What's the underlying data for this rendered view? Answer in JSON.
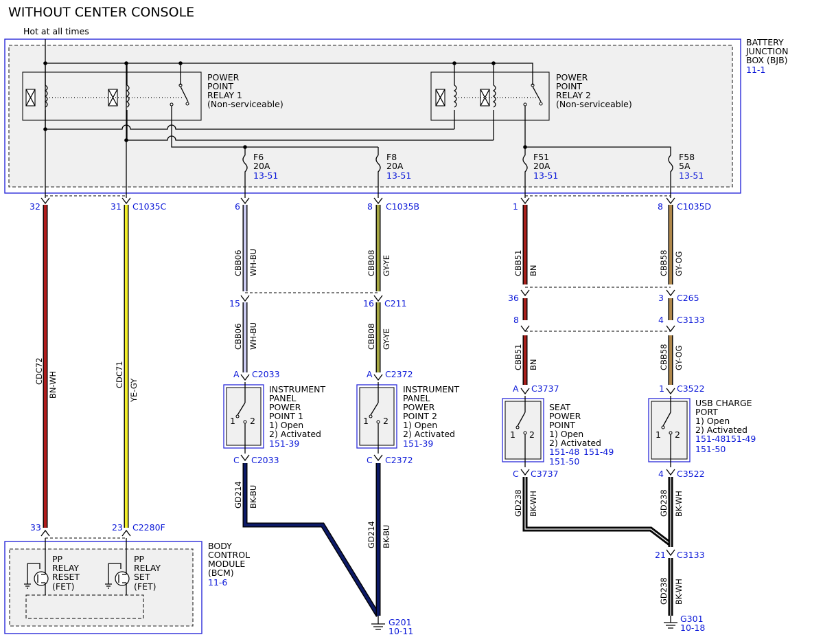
{
  "title": "WITHOUT CENTER CONSOLE",
  "hot_label": "Hot at all times",
  "bjb": {
    "l1": "BATTERY",
    "l2": "JUNCTION",
    "l3": "BOX (BJB)",
    "ref": "11-1"
  },
  "relay1": {
    "l1": "POWER",
    "l2": "POINT",
    "l3": "RELAY 1",
    "l4": "(Non-serviceable)"
  },
  "relay2": {
    "l1": "POWER",
    "l2": "POINT",
    "l3": "RELAY 2",
    "l4": "(Non-serviceable)"
  },
  "fuses": {
    "f6": {
      "name": "F6",
      "amp": "20A",
      "ref": "13-51"
    },
    "f8": {
      "name": "F8",
      "amp": "20A",
      "ref": "13-51"
    },
    "f51": {
      "name": "F51",
      "amp": "20A",
      "ref": "13-51"
    },
    "f58": {
      "name": "F58",
      "amp": "5A",
      "ref": "13-51"
    }
  },
  "connectors": {
    "c32": {
      "pin": "32"
    },
    "c31": {
      "pin": "31",
      "name": "C1035C"
    },
    "c6": {
      "pin": "6"
    },
    "c8b": {
      "pin": "8",
      "name": "C1035B"
    },
    "c1": {
      "pin": "1"
    },
    "c8d": {
      "pin": "8",
      "name": "C1035D"
    },
    "c15": {
      "pin": "15"
    },
    "c16": {
      "pin": "16",
      "name": "C211"
    },
    "c36": {
      "pin": "36"
    },
    "c3": {
      "pin": "3",
      "name": "C265"
    },
    "c8": {
      "pin": "8"
    },
    "c4": {
      "pin": "4",
      "name": "C3133"
    },
    "a2033": {
      "pin": "A",
      "name": "C2033"
    },
    "a2372": {
      "pin": "A",
      "name": "C2372"
    },
    "a3737": {
      "pin": "A",
      "name": "C3737"
    },
    "a3522": {
      "pin": "1",
      "name": "C3522"
    },
    "cc2033": {
      "pin": "C",
      "name": "C2033"
    },
    "cc2372": {
      "pin": "C",
      "name": "C2372"
    },
    "cc3737": {
      "pin": "C",
      "name": "C3737"
    },
    "cc3522": {
      "pin": "4",
      "name": "C3522"
    },
    "c21": {
      "pin": "21",
      "name": "C3133"
    },
    "c33": {
      "pin": "33"
    },
    "c23": {
      "pin": "23",
      "name": "C2280F"
    }
  },
  "wires": {
    "cdc72": {
      "circuit": "CDC72",
      "color": "BN-WH"
    },
    "cdc71": {
      "circuit": "CDC71",
      "color": "YE-GY"
    },
    "cbb06a": {
      "circuit": "CBB06",
      "color": "WH-BU"
    },
    "cbb06b": {
      "circuit": "CBB06",
      "color": "WH-BU"
    },
    "cbb08a": {
      "circuit": "CBB08",
      "color": "GY-YE"
    },
    "cbb08b": {
      "circuit": "CBB08",
      "color": "GY-YE"
    },
    "cbb51a": {
      "circuit": "CBB51",
      "color": "BN"
    },
    "cbb51b": {
      "circuit": "CBB51",
      "color": "BN"
    },
    "cbb58a": {
      "circuit": "CBB58",
      "color": "GY-OG"
    },
    "cbb58b": {
      "circuit": "CBB58",
      "color": "GY-OG"
    },
    "gd214a": {
      "circuit": "GD214",
      "color": "BK-BU"
    },
    "gd214b": {
      "circuit": "GD214",
      "color": "BK-BU"
    },
    "gd238a": {
      "circuit": "GD238",
      "color": "BK-WH"
    },
    "gd238b": {
      "circuit": "GD238",
      "color": "BK-WH"
    },
    "gd238c": {
      "circuit": "GD238",
      "color": "BK-WH"
    }
  },
  "wire_colors": {
    "brown_white": "#b01c1c",
    "yellow_gray": "#f2ee2a",
    "white_blue": "#ccccf2",
    "gray_yellow": "#a7a845",
    "brown": "#a8201c",
    "gray_orange": "#b0884b",
    "black_blue": "#0d1a66",
    "black_white": "#111111"
  },
  "ippp1": {
    "l1": "INSTRUMENT",
    "l2": "PANEL",
    "l3": "POWER",
    "l4": "POINT 1",
    "l5": "1) Open",
    "l6": "2) Activated",
    "ref": "151-39",
    "p1": "1",
    "p2": "2"
  },
  "ippp2": {
    "l1": "INSTRUMENT",
    "l2": "PANEL",
    "l3": "POWER",
    "l4": "POINT 2",
    "l5": "1) Open",
    "l6": "2) Activated",
    "ref": "151-39",
    "p1": "1",
    "p2": "2"
  },
  "spp": {
    "l1": "SEAT",
    "l2": "POWER",
    "l3": "POINT",
    "l4": "1) Open",
    "l5": "2) Activated",
    "ref1": "151-48",
    "ref2": "151-49",
    "ref3": "151-50",
    "p1": "1",
    "p2": "2"
  },
  "usb": {
    "l1": "USB CHARGE",
    "l2": "PORT",
    "l3": "1) Open",
    "l4": "2) Activated",
    "ref1": "151-48",
    "ref2": "151-49",
    "ref3": "151-50",
    "p1": "1",
    "p2": "2"
  },
  "bcm": {
    "l1": "BODY",
    "l2": "CONTROL",
    "l3": "MODULE",
    "l4": "(BCM)",
    "ref": "11-6"
  },
  "fet_reset": {
    "l1": "PP",
    "l2": "RELAY",
    "l3": "RESET",
    "l4": "(FET)"
  },
  "fet_set": {
    "l1": "PP",
    "l2": "RELAY",
    "l3": "SET",
    "l4": "(FET)"
  },
  "g201": {
    "name": "G201",
    "ref": "10-11"
  },
  "g301": {
    "name": "G301",
    "ref": "10-18"
  }
}
